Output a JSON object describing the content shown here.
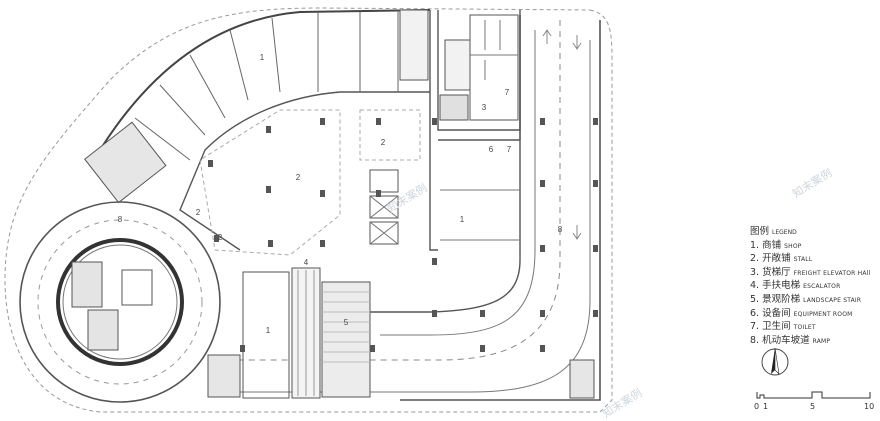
{
  "legend": {
    "title_cn": "图例",
    "title_en": "LEGEND",
    "items": [
      {
        "cn": "1. 商铺",
        "en": "SHOP"
      },
      {
        "cn": "2. 开敞铺",
        "en": "STALL"
      },
      {
        "cn": "3. 货梯厅",
        "en": "FREIGHT ELEVATOR HAll"
      },
      {
        "cn": "4. 手扶电梯",
        "en": "ESCALATOR"
      },
      {
        "cn": "5. 景观阶梯",
        "en": "LANDSCAPE STAIR"
      },
      {
        "cn": "6. 设备间",
        "en": "EQUIPMENT ROOM"
      },
      {
        "cn": "7. 卫生间",
        "en": "TOILET"
      },
      {
        "cn": "8. 机动车坡道",
        "en": "RAMP"
      }
    ]
  },
  "scale": {
    "ticks": [
      "0",
      "1",
      "5",
      "10"
    ]
  },
  "plan_labels": [
    {
      "id": "shop-top",
      "text": "1"
    },
    {
      "id": "shop-right",
      "text": "1"
    },
    {
      "id": "shop-bottom",
      "text": "1"
    },
    {
      "id": "stall-center",
      "text": "2"
    },
    {
      "id": "stall-upper",
      "text": "2"
    },
    {
      "id": "stall-left-1",
      "text": "2"
    },
    {
      "id": "stall-left-2",
      "text": "2"
    },
    {
      "id": "freight-hall",
      "text": "3"
    },
    {
      "id": "escalator",
      "text": "4"
    },
    {
      "id": "landscape-stair",
      "text": "5"
    },
    {
      "id": "equip-room",
      "text": "6"
    },
    {
      "id": "toilet-1",
      "text": "7"
    },
    {
      "id": "toilet-2",
      "text": "7"
    },
    {
      "id": "ramp-ring",
      "text": "8"
    },
    {
      "id": "ramp-right",
      "text": "8"
    }
  ],
  "watermark": "知末案例"
}
